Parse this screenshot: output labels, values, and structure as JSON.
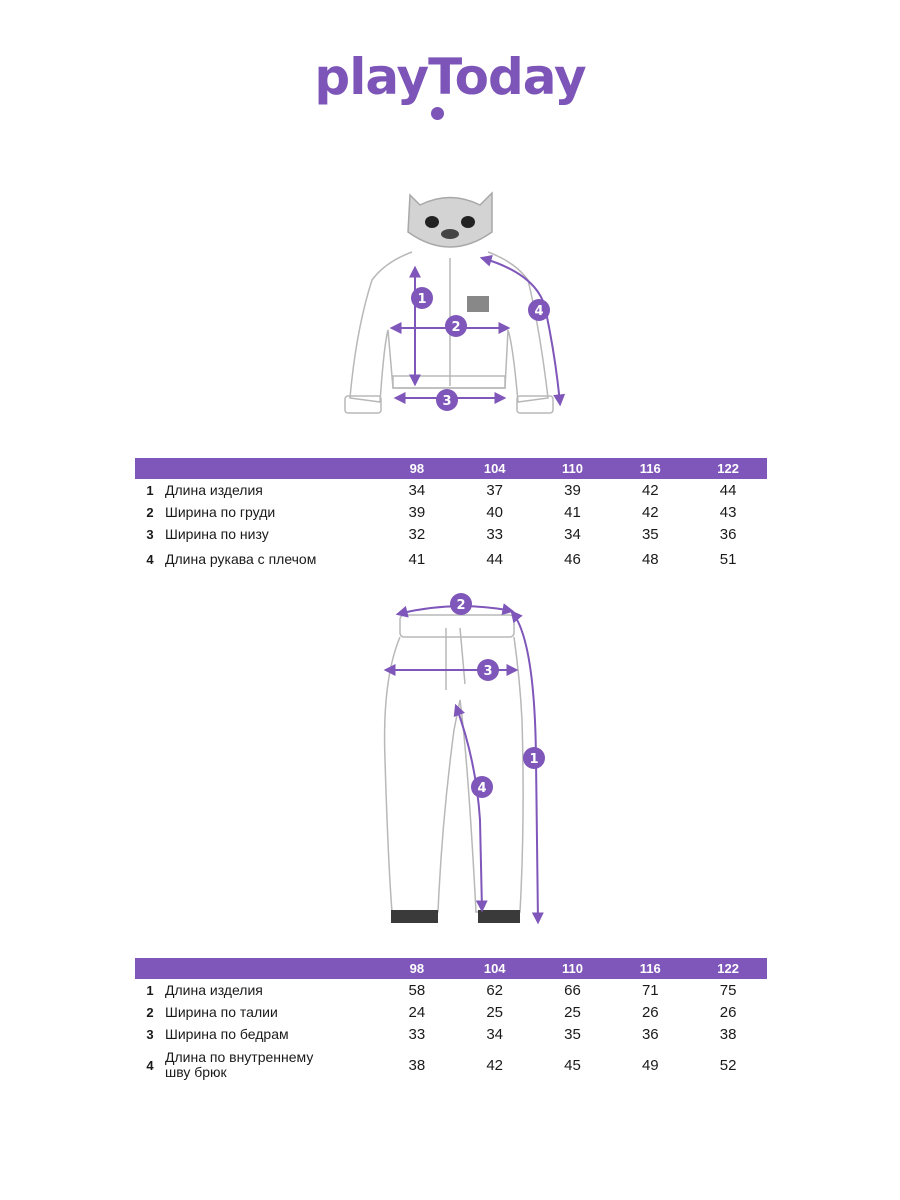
{
  "brand": {
    "logo_text": "playToday",
    "accent_color": "#7f56b9"
  },
  "jacket": {
    "markers": [
      "1",
      "2",
      "3",
      "4"
    ],
    "sizes": [
      "98",
      "104",
      "110",
      "116",
      "122"
    ],
    "rows": [
      {
        "num": "1",
        "label": "Длина изделия",
        "values": [
          "34",
          "37",
          "39",
          "42",
          "44"
        ]
      },
      {
        "num": "2",
        "label": "Ширина по груди",
        "values": [
          "39",
          "40",
          "41",
          "42",
          "43"
        ]
      },
      {
        "num": "3",
        "label": "Ширина по низу",
        "values": [
          "32",
          "33",
          "34",
          "35",
          "36"
        ]
      },
      {
        "num": "4",
        "label": "Длина рукава с плечом",
        "values": [
          "41",
          "44",
          "46",
          "48",
          "51"
        ]
      }
    ]
  },
  "pants": {
    "markers": [
      "1",
      "2",
      "3",
      "4"
    ],
    "sizes": [
      "98",
      "104",
      "110",
      "116",
      "122"
    ],
    "rows": [
      {
        "num": "1",
        "label": "Длина изделия",
        "values": [
          "58",
          "62",
          "66",
          "71",
          "75"
        ]
      },
      {
        "num": "2",
        "label": "Ширина по талии",
        "values": [
          "24",
          "25",
          "25",
          "26",
          "26"
        ]
      },
      {
        "num": "3",
        "label": "Ширина по бедрам",
        "values": [
          "33",
          "34",
          "35",
          "36",
          "38"
        ]
      },
      {
        "num": "4",
        "label": "Длина по внутреннему шву брюк",
        "values": [
          "38",
          "42",
          "45",
          "49",
          "52"
        ]
      }
    ]
  }
}
